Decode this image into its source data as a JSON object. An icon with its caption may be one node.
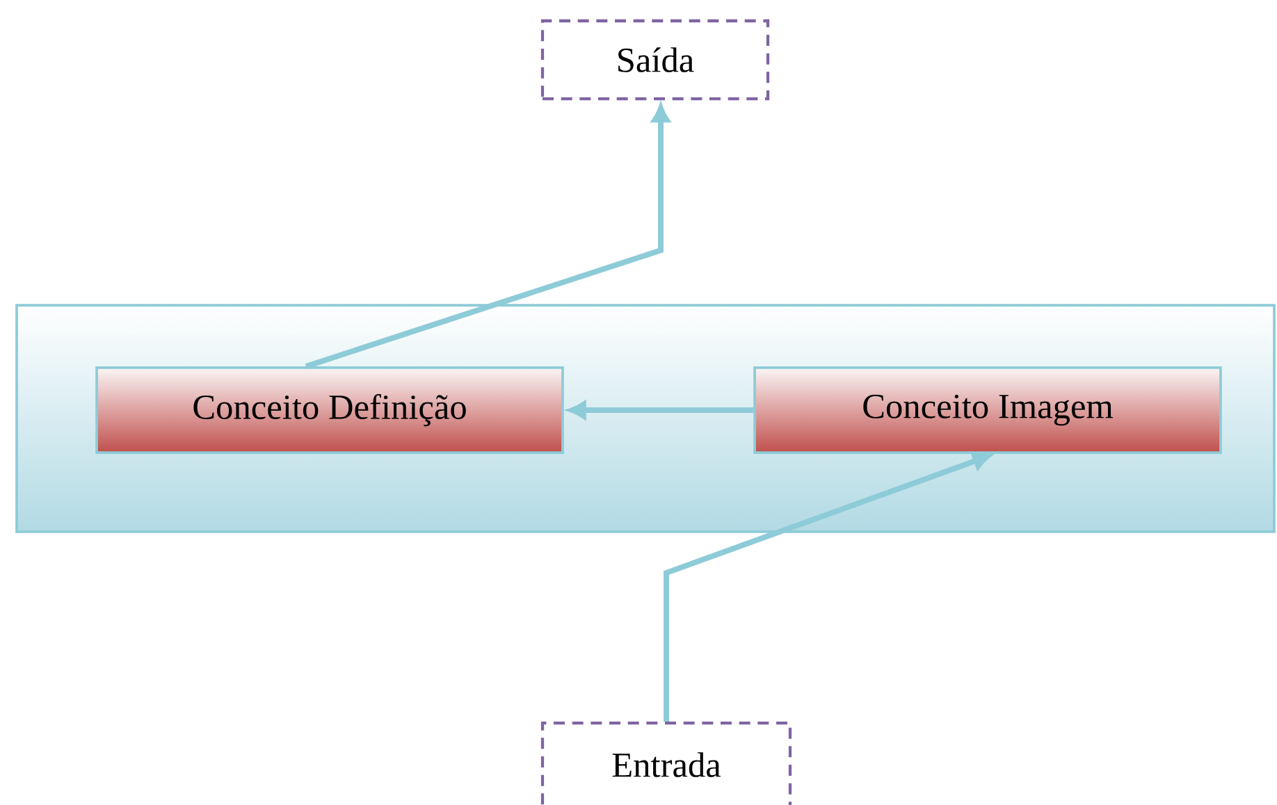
{
  "diagram": {
    "nodes": [
      {
        "text": [
          "Saída"
        ]
      },
      {
        "text": [],
        "shape": "box"
      },
      {
        "text": [
          "Conceito Definição"
        ],
        "in": 1
      },
      {
        "text": [
          "Conceito Imagem"
        ],
        "in": 1
      },
      {
        "text": [
          "Entrada"
        ]
      }
    ],
    "edges": [
      {
        "from": 4,
        "to": 3,
        "arrow": "to"
      },
      {
        "from": 3,
        "to": 2,
        "arrow": "to"
      },
      {
        "from": 2,
        "to": 0,
        "arrow": "to"
      }
    ]
  }
}
